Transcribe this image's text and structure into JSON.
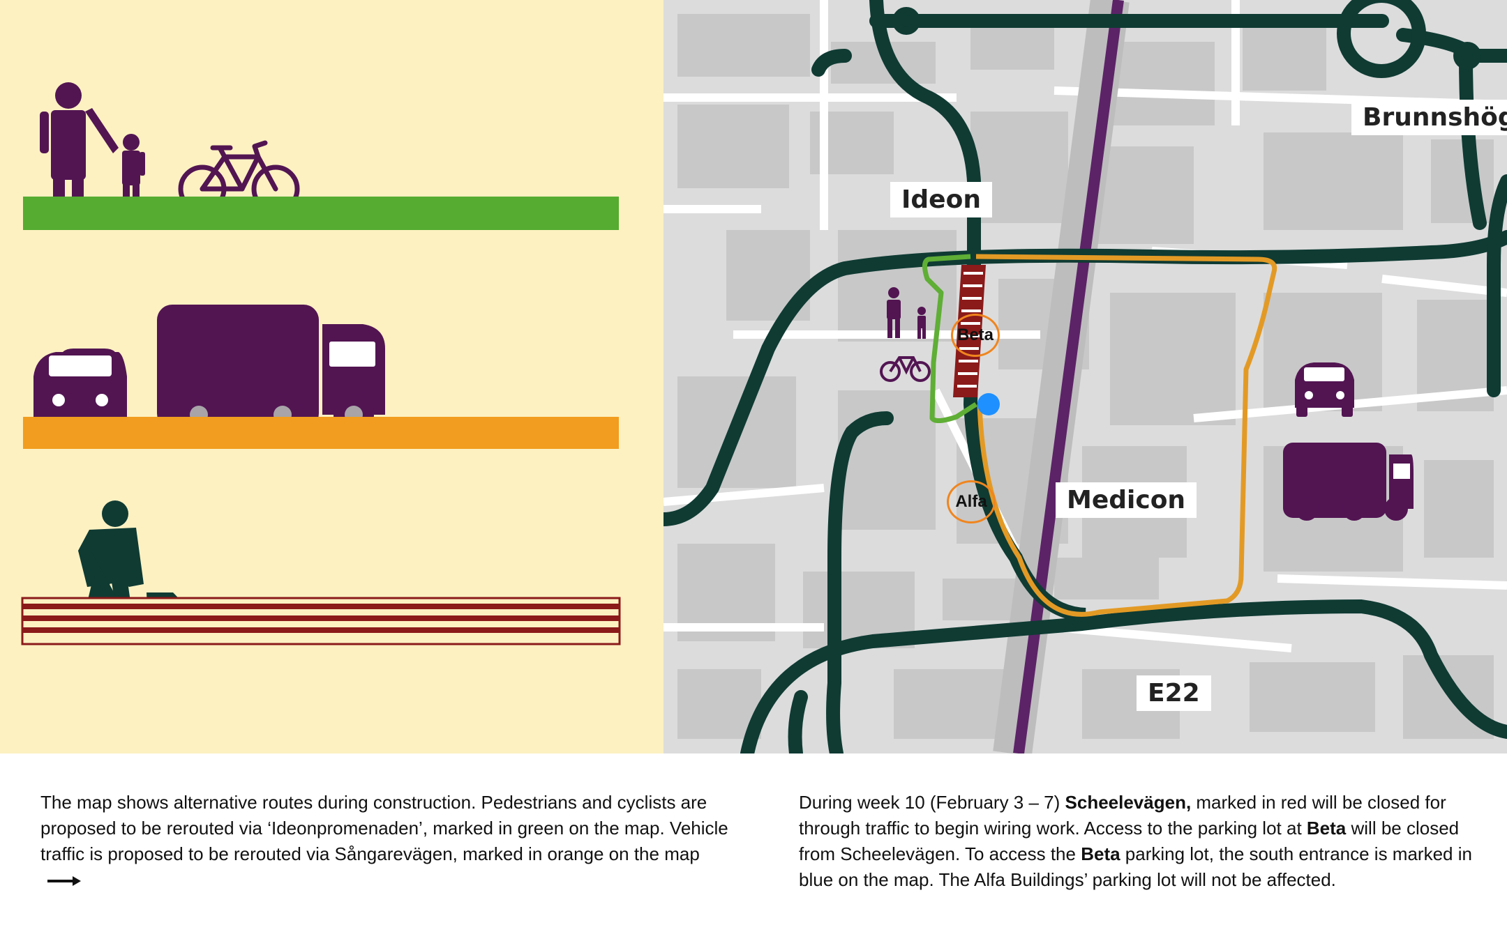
{
  "legend": {
    "items": [
      {
        "mode": "pedestrians-cyclists",
        "line_color": "#55ac31"
      },
      {
        "mode": "vehicles",
        "line_color": "#f29d1f"
      },
      {
        "mode": "construction",
        "line_color": "#8b1a1a"
      }
    ]
  },
  "map": {
    "places": {
      "ideon": "Ideon",
      "brunnshog": "Brunnshög",
      "medicon": "Medicon",
      "e22": "E22"
    },
    "parking": {
      "beta": "Beta",
      "alfa": "Alfa"
    },
    "colors": {
      "road": "#0f3b33",
      "highway": "#5c2367",
      "ped_route": "#5fae35",
      "vehicle_route": "#e39a25",
      "closed": "#8b1a1a",
      "entrance": "#1e90ff",
      "icon": "#521552"
    }
  },
  "captions": {
    "left": {
      "text": "The map shows alternative routes during construction. Pedestrians and cyclists are proposed to be rerouted via ‘Ideonpromenaden’, marked in green on the map. Vehicle traffic is proposed to be rerouted via Sångarevägen, marked in orange on the map"
    },
    "right": {
      "p1": "During week 10 (February 3 – 7) ",
      "b1": "Scheelevägen,",
      "p2": " marked in red will be closed for through traffic to begin wiring work. Access to the parking lot at ",
      "b2": "Beta",
      "p3": " will be closed from Scheelevägen. To access the ",
      "b3": "Beta",
      "p4": " parking lot, the south entrance is marked in blue on the map. The Alfa Buildings’ parking lot will not be affected."
    }
  }
}
